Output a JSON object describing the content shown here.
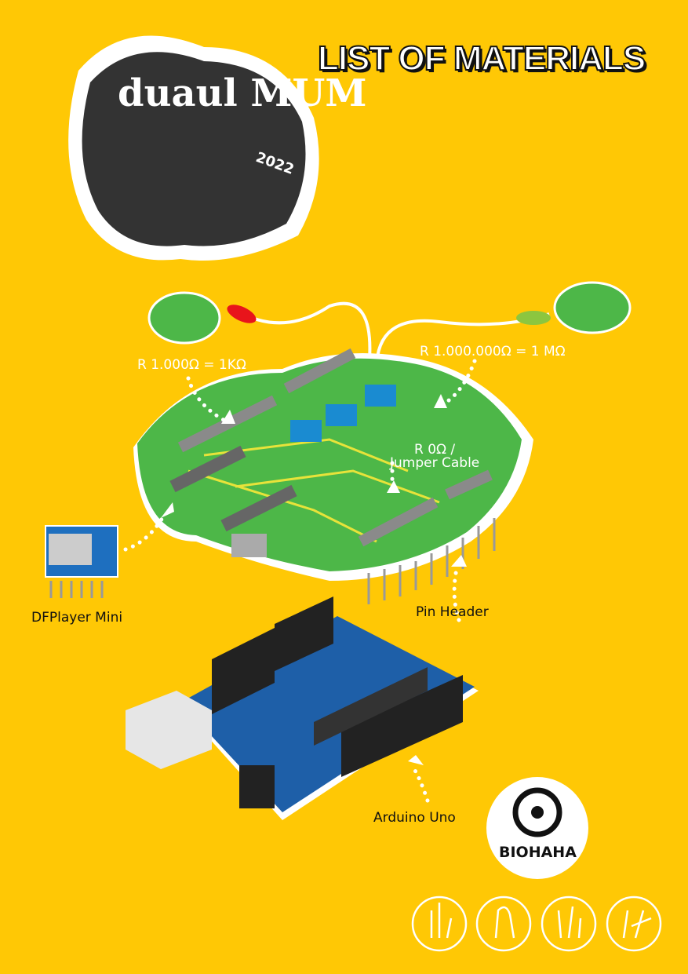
{
  "title": "LIST OF MATERIALS",
  "logo": {
    "text": "duaul MUM",
    "year": "2022"
  },
  "labels": {
    "resistor_1k": "R  1.000Ω  = 1KΩ",
    "resistor_1m": "R  1.000.000Ω = 1 MΩ",
    "resistor_0_line1": "R 0Ω /",
    "resistor_0_line2": "Jumper Cable",
    "dfplayer": "DFPlayer Mini",
    "pin_header": "Pin Header",
    "arduino": "Arduino Uno"
  },
  "brand": {
    "name": "BIOHAHA"
  },
  "colors": {
    "background": "#FFC805",
    "board": "#4DB748",
    "arduino": "#1E5FA8",
    "trace": "#E7E33A"
  }
}
